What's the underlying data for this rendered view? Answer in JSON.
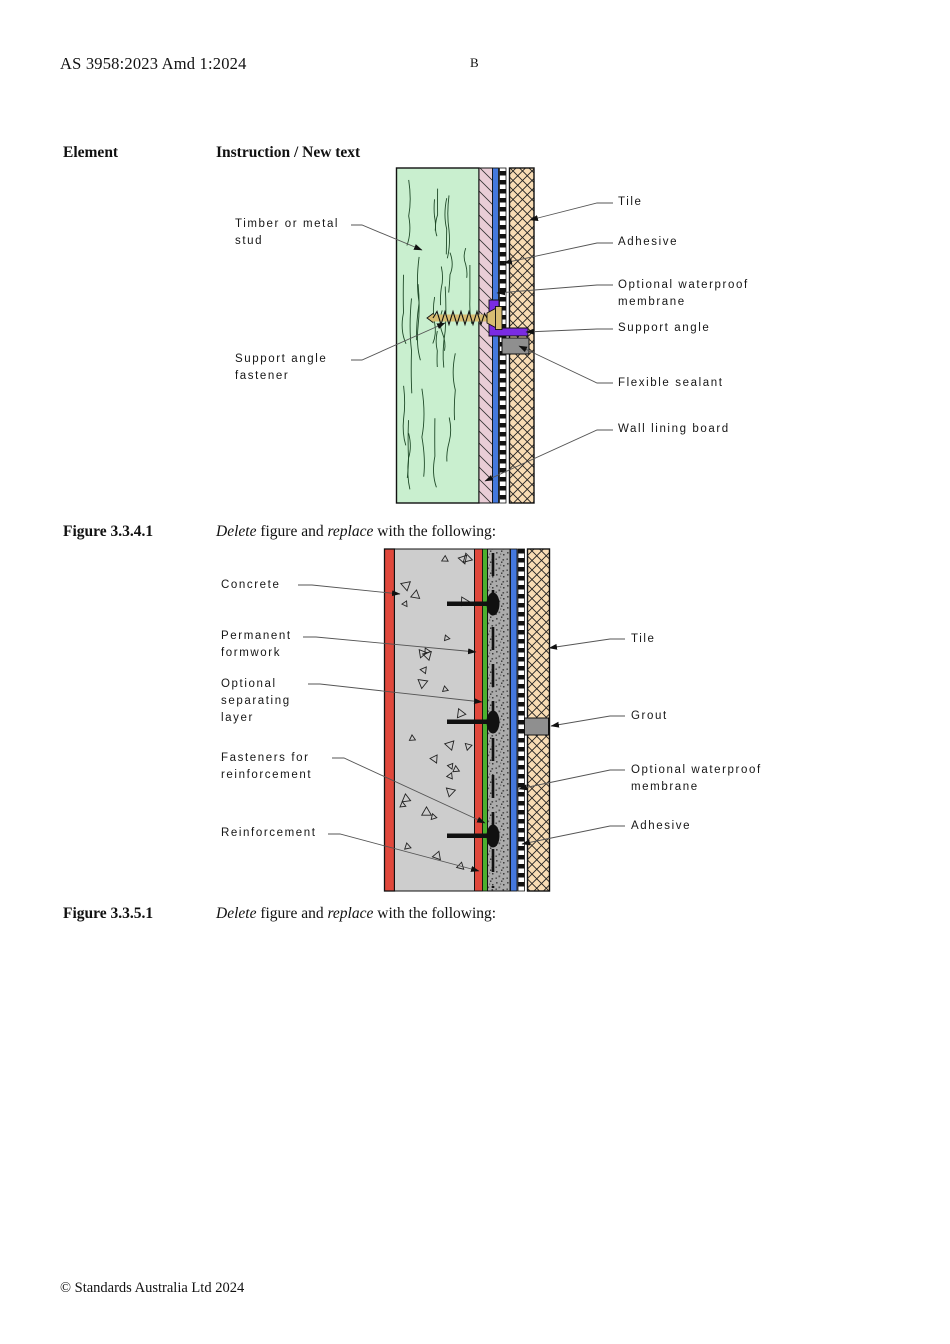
{
  "page": {
    "header_left": "AS 3958:2023 Amd 1:2024",
    "header_center": "B",
    "footer": "© Standards Australia Ltd 2024"
  },
  "table": {
    "col1_header": "Element",
    "col2_header": "Instruction / New text"
  },
  "rows": [
    {
      "element": "Figure 3.3.4.1",
      "parts": {
        "w1": "Delete",
        "t1": " figure and ",
        "w2": "replace",
        "t2": " with the following:"
      }
    },
    {
      "element": "Figure 3.3.5.1",
      "parts": {
        "w1": "Delete",
        "t1": " figure and ",
        "w2": "replace",
        "t2": " with the following:"
      }
    }
  ],
  "figure1": {
    "labels_left": {
      "stud": "Timber or metal\nstud",
      "fastener": "Support angle\nfastener"
    },
    "labels_right": {
      "tile": "Tile",
      "adhesive": "Adhesive",
      "membrane": "Optional waterproof\nmembrane",
      "angle": "Support angle",
      "sealant": "Flexible sealant",
      "lining": "Wall lining board"
    }
  },
  "figure2": {
    "labels_left": {
      "concrete": "Concrete",
      "formwork": "Permanent\nformwork",
      "separating": "Optional\nseparating\nlayer",
      "fasteners": "Fasteners for\nreinforcement",
      "reinforcement": "Reinforcement"
    },
    "labels_right": {
      "tile": "Tile",
      "grout": "Grout",
      "membrane": "Optional waterproof\nmembrane",
      "adhesive": "Adhesive"
    }
  },
  "colors": {
    "stud_green": "#c9efcf",
    "lining_pink": "#e9cdd6",
    "membrane_blue": "#4478dd",
    "tile_tan": "#f8dcb4",
    "angle_purple": "#7a2be2",
    "sealant_gray": "#8f8f8f",
    "screw_tan": "#d8bd72",
    "formwork_red": "#e0483c",
    "separating_green": "#4cb02e",
    "concrete_gray": "#cdcdcd",
    "mortar_gray": "#ababab",
    "grout_gray": "#8f8f8f"
  }
}
